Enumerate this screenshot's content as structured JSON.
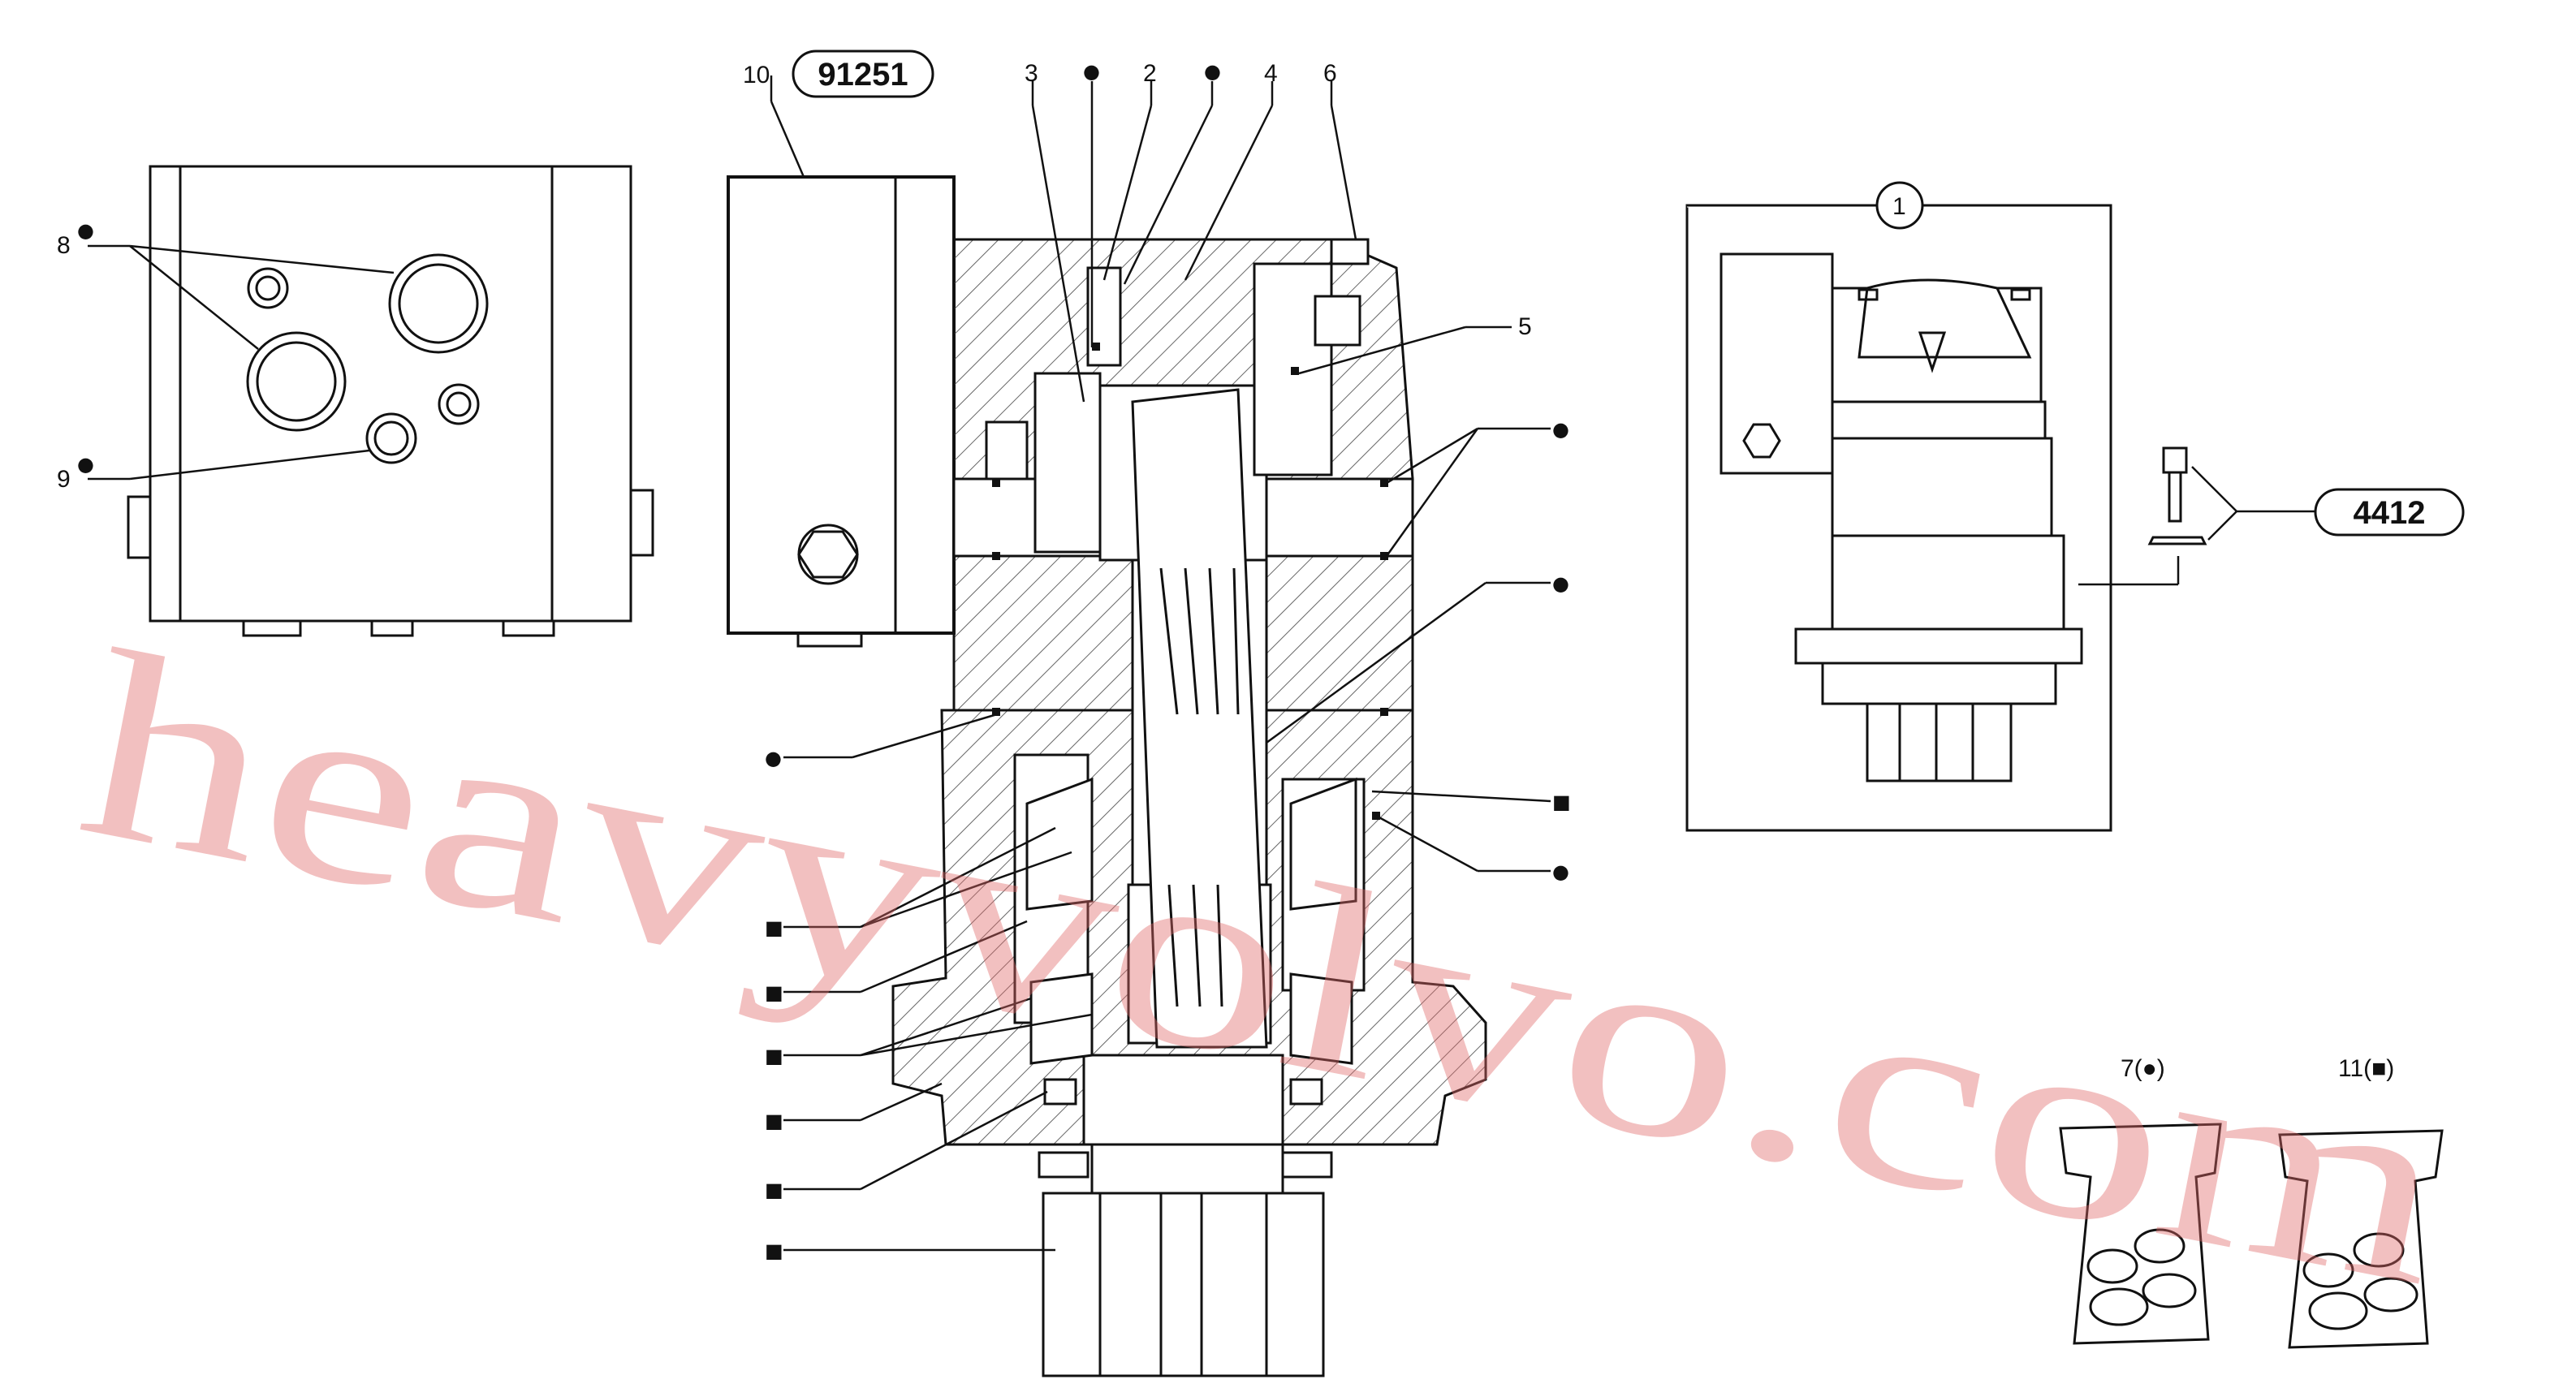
{
  "callouts": {
    "c1": "1",
    "c2": "2",
    "c3": "3",
    "c4": "4",
    "c5": "5",
    "c6": "6",
    "c8": "8",
    "c9": "9",
    "c10": "10",
    "c7_bag": "7(●)",
    "c11_bag": "11(■)"
  },
  "kit_refs": {
    "seal_kit_ref": "91251",
    "screw_kit_ref": "4412"
  },
  "symbols": {
    "dot": "●",
    "square": "■"
  },
  "watermark": "heavyvolvo.com",
  "colors": {
    "line": "#111111",
    "hatch": "#555555",
    "watermark": "#e06a6a"
  }
}
